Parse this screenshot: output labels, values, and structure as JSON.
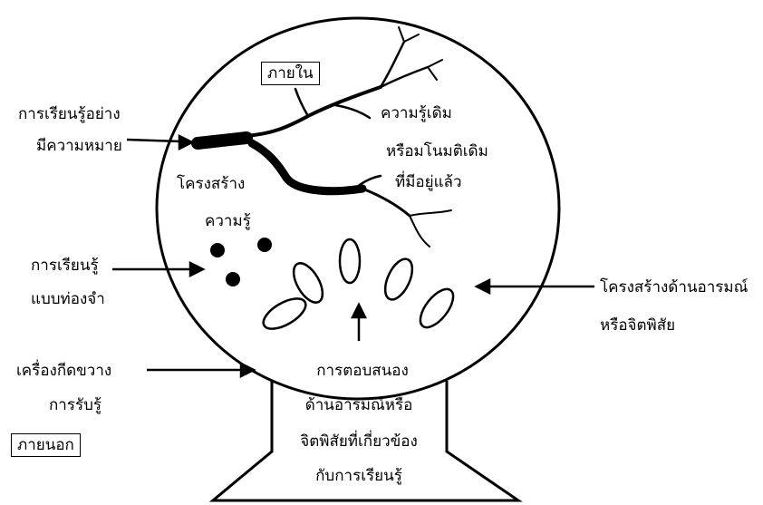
{
  "labels": {
    "inside": "ภายใน",
    "outside": "ภายนอก",
    "meaningful_learning_1": "การเรียนรู้อย่าง",
    "meaningful_learning_2": "มีความหมาย",
    "prior_knowledge": "ความรู้เดิม",
    "existing_concepts_1": "หรือมโนมติเดิม",
    "existing_concepts_2": "ที่มีอยู่แล้ว",
    "knowledge_structure_1": "โครงสร้าง",
    "knowledge_structure_2": "ความรู้",
    "rote_learning_1": "การเรียนรู้",
    "rote_learning_2": "แบบท่องจำ",
    "affective_structure_1": "โครงสร้างด้านอารมณ์",
    "affective_structure_2": "หรือจิตพิสัย",
    "perceptual_filter_1": "เครื่องกีดขวาง",
    "perceptual_filter_2": "การรับรู้",
    "affective_response_1": "การตอบสนอง",
    "affective_response_2": "ด้านอารมณ์หรือ",
    "affective_response_3": "จิตพิสัยที่เกี่ยวข้อง",
    "affective_response_4": "กับการเรียนรู้"
  }
}
